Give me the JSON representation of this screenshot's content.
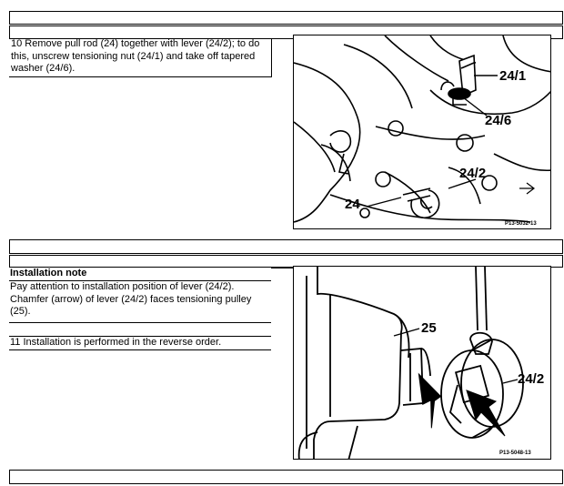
{
  "step10": {
    "text": "10   Remove pull rod (24) together with lever (24/2); to do this, unscrew tensioning nut (24/1) and take off tapered washer (24/6).",
    "labels": {
      "nut": "24/1",
      "washer": "24/6",
      "lever": "24/2",
      "rod": "24"
    },
    "figure_code": "P13-5032-13"
  },
  "installation": {
    "heading": "Installation note",
    "note": "Pay attention to installation position of lever (24/2). Chamfer (arrow) of lever (24/2) faces tensioning pulley (25).",
    "step11": "11   Installation is performed in the reverse order.",
    "labels": {
      "pulley": "25",
      "lever": "24/2"
    },
    "figure_code": "P13-5048-13"
  }
}
